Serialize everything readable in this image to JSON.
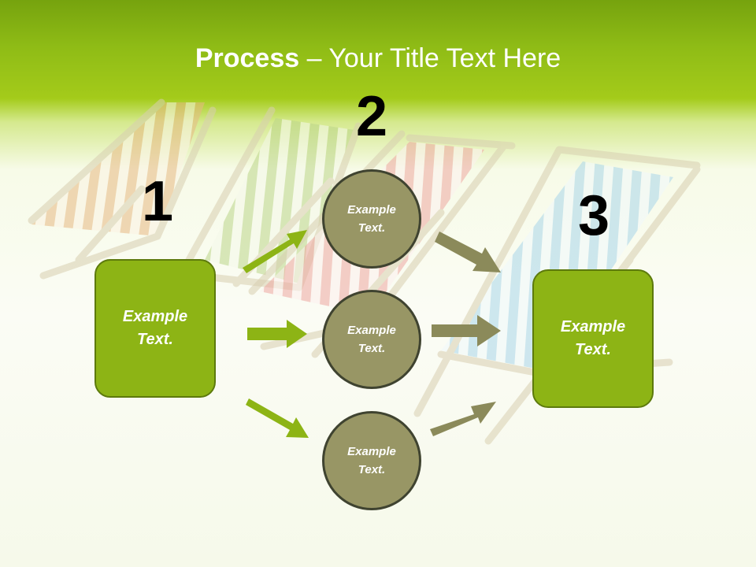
{
  "title": {
    "bold": "Process",
    "rest": " – Your Title Text Here"
  },
  "numbers": [
    "1",
    "2",
    "3"
  ],
  "left_box": {
    "text": "Example Text."
  },
  "right_box": {
    "text": "Example Text."
  },
  "circles": [
    {
      "text": "Example Text."
    },
    {
      "text": "Example Text."
    },
    {
      "text": "Example Text."
    }
  ],
  "colors": {
    "header_green": "#8fbc16",
    "box_fill": "#8db415",
    "circle_fill": "#989665",
    "arrow_green": "#8db415",
    "arrow_olive": "#8b8a5a"
  },
  "background_image": "striped-deck-chairs"
}
